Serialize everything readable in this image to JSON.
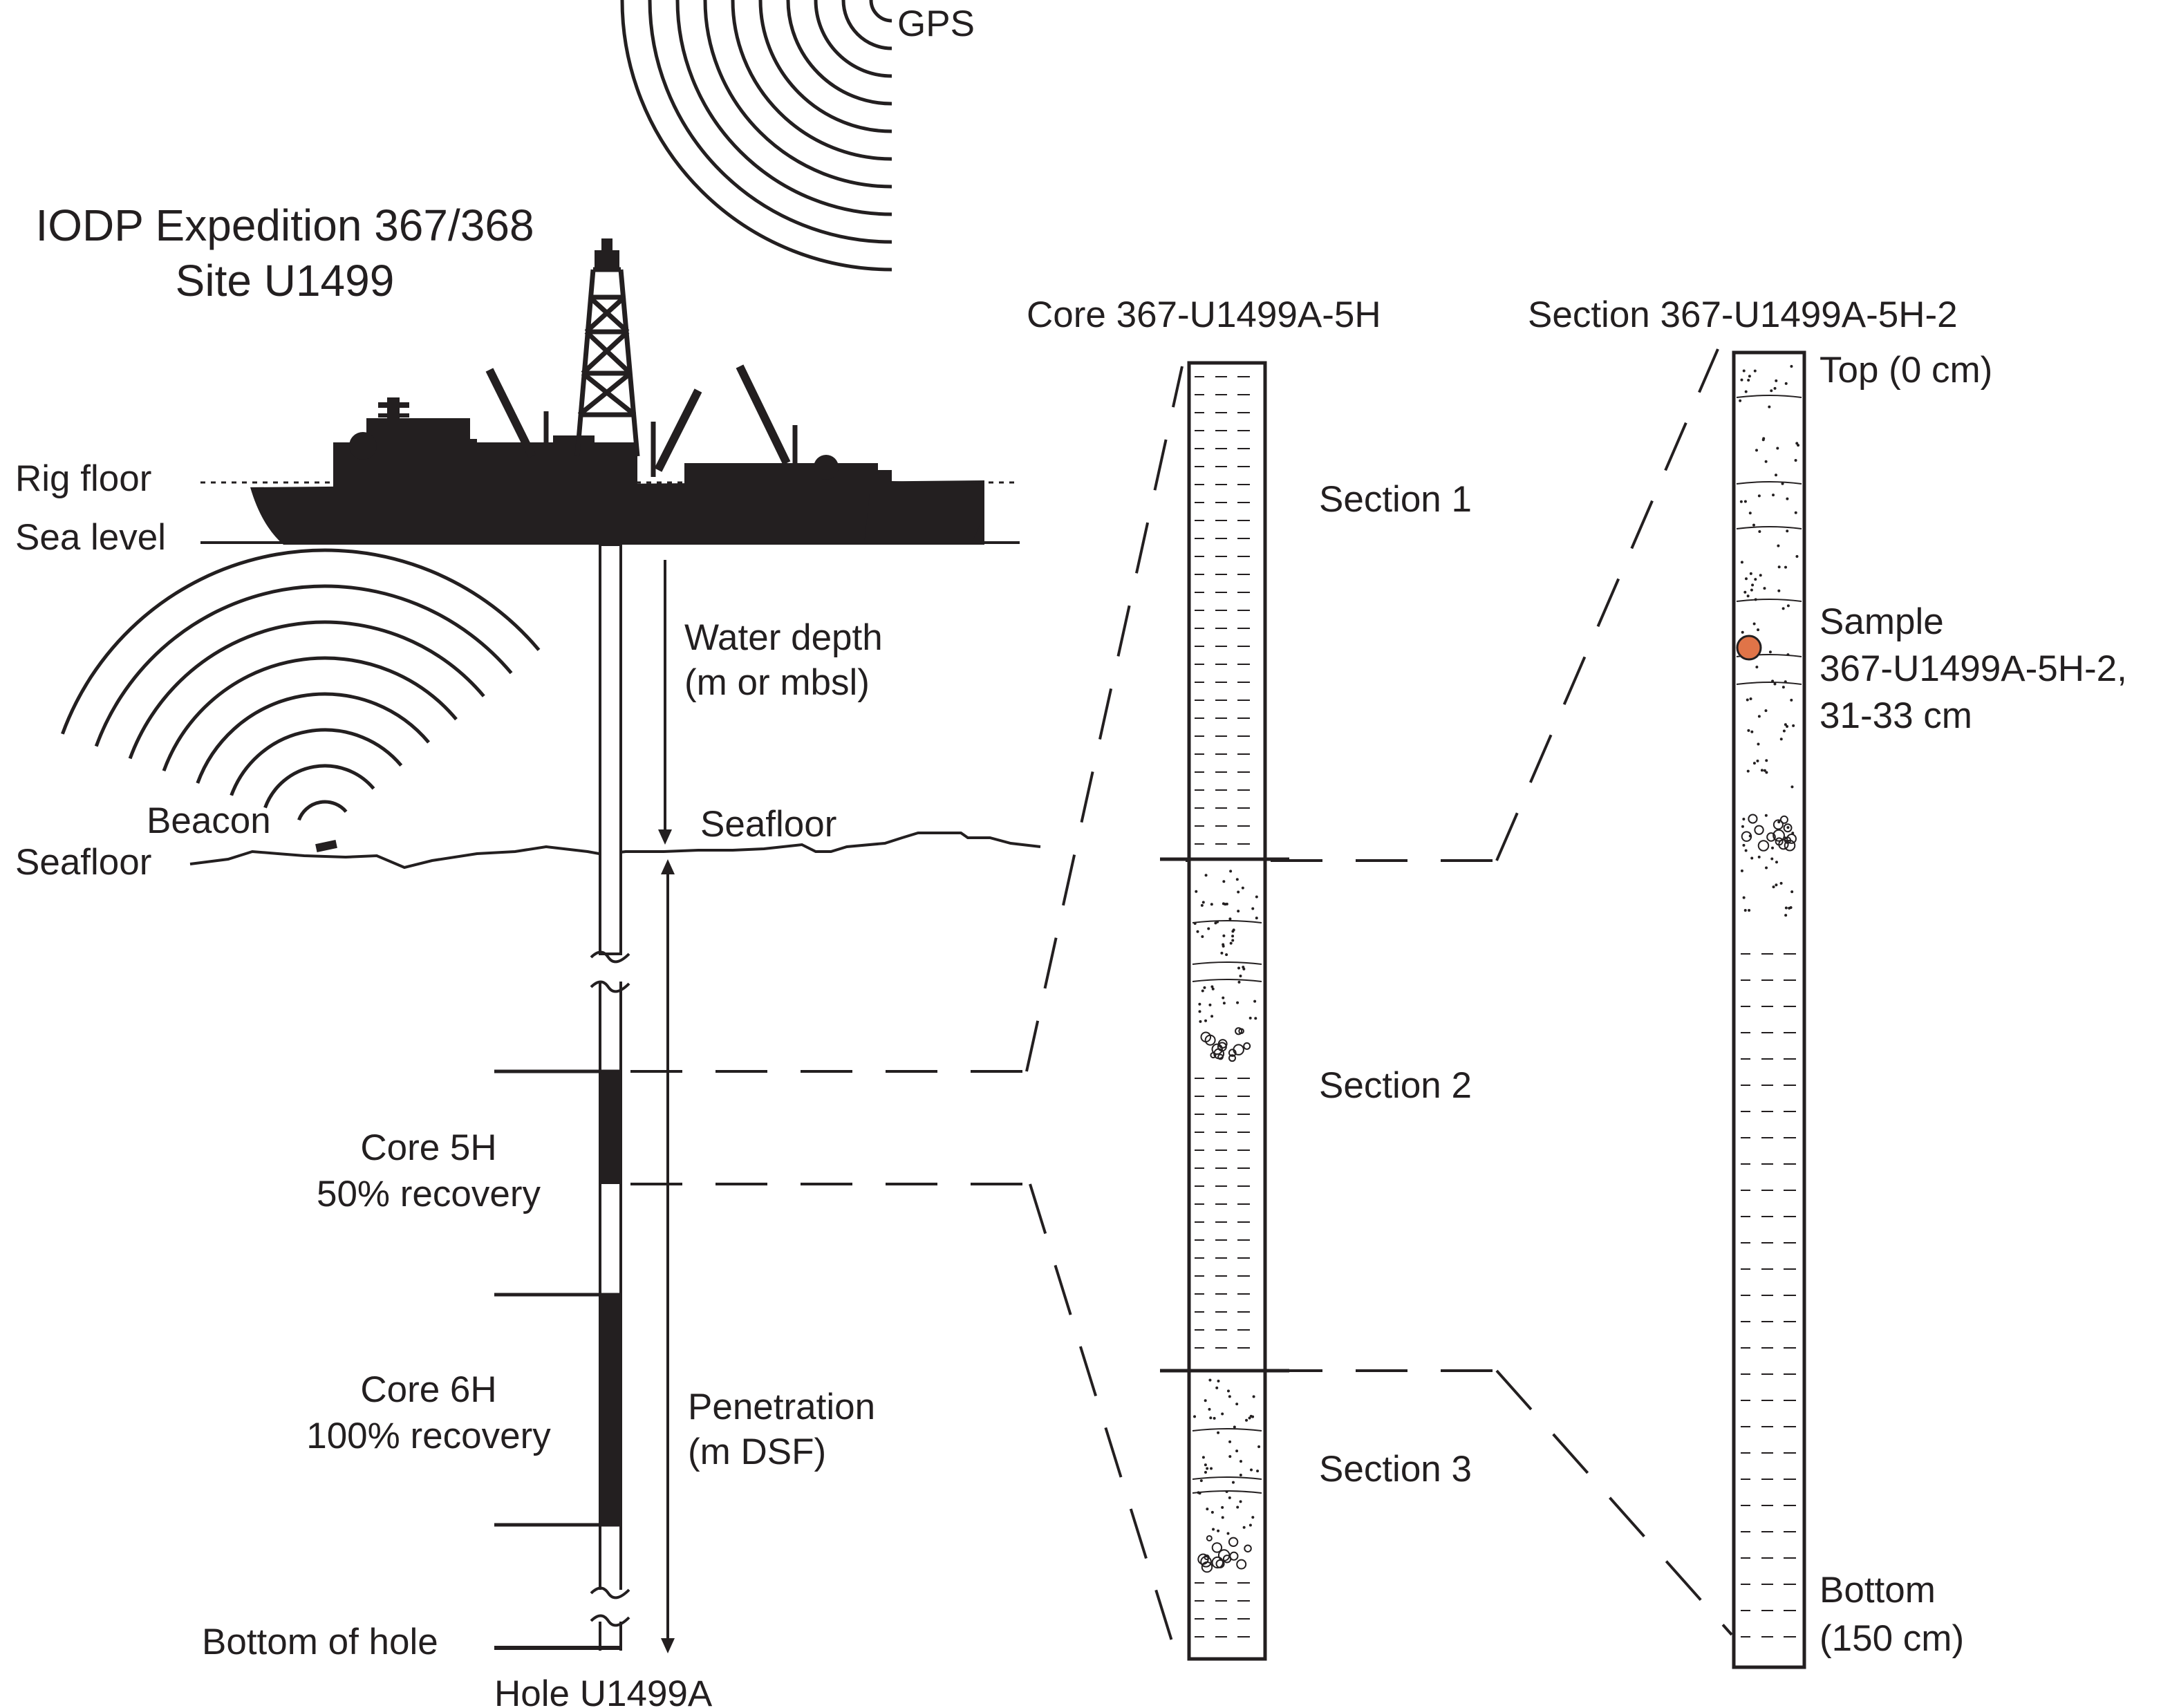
{
  "title": {
    "line1": "IODP Expedition 367/368",
    "line2": "Site U1499"
  },
  "labels": {
    "gps": "GPS",
    "rig_floor": "Rig floor",
    "sea_level": "Sea level",
    "beacon": "Beacon",
    "seafloor_left": "Seafloor",
    "seafloor_center": "Seafloor",
    "water_depth_1": "Water depth",
    "water_depth_2": "(m or mbsl)",
    "penetration_1": "Penetration",
    "penetration_2": "(m DSF)",
    "core5_1": "Core 5H",
    "core5_2": "50% recovery",
    "core6_1": "Core 6H",
    "core6_2": "100% recovery",
    "bottom_of_hole": "Bottom of hole",
    "hole": "Hole U1499A"
  },
  "core": {
    "title": "Core 367-U1499A-5H",
    "sections": [
      "Section 1",
      "Section 2",
      "Section 3"
    ]
  },
  "section": {
    "title": "Section 367-U1499A-5H-2",
    "top": "Top (0 cm)",
    "sample_1": "Sample",
    "sample_2": "367-U1499A-5H-2,",
    "sample_3": "31-33 cm",
    "bottom_1": "Bottom",
    "bottom_2": "(150 cm)"
  },
  "colors": {
    "ink": "#231f20",
    "sample_marker": "#e07448"
  }
}
